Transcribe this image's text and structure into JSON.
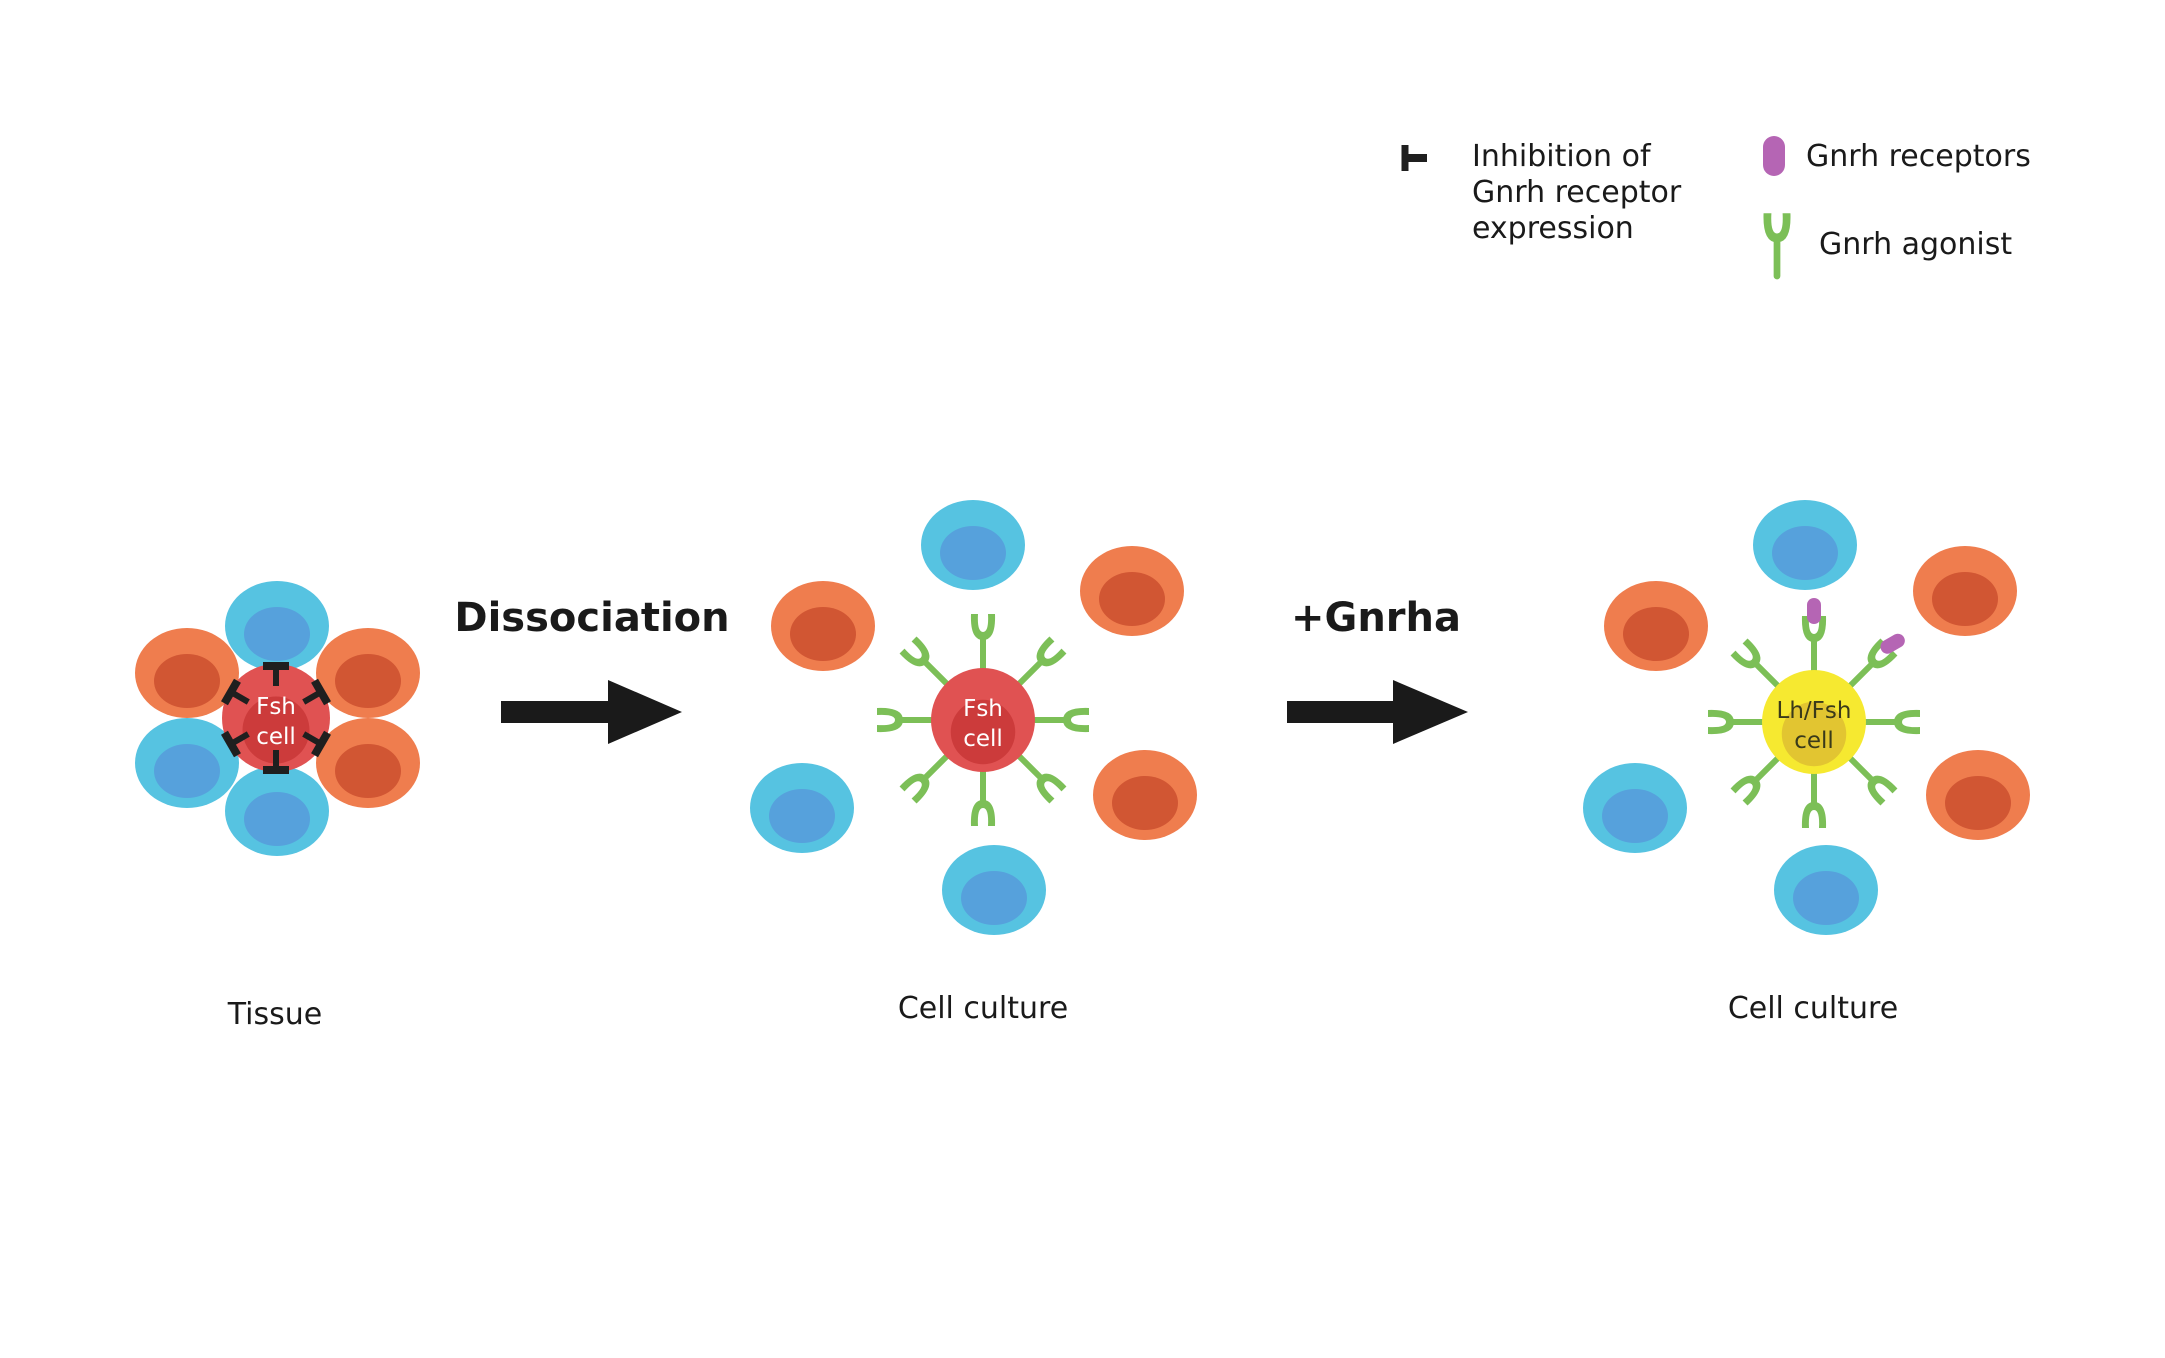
{
  "colors": {
    "blue_outer": "#56c3e1",
    "blue_inner": "#56a1dc",
    "orange_outer": "#ef7d4e",
    "orange_inner": "#d15633",
    "fsh_outer": "#e05252",
    "fsh_inner": "#cc3b3b",
    "lhfsh_outer": "#f6e930",
    "lhfsh_inner": "#e2c531",
    "agonist": "#7cbf57",
    "receptor": "#b565b4",
    "inhibitor": "#1f1f1f",
    "arrow": "#1a1a1a"
  },
  "legend": {
    "inhibition_icon": "inhibition-symbol-icon",
    "inhibition_line1": "Inhibition of",
    "inhibition_line2": "Gnrh receptor",
    "inhibition_line3": "expression",
    "receptor_icon": "gnrh-receptor-icon",
    "receptor_label": "Gnrh receptors",
    "agonist_icon": "gnrh-agonist-icon",
    "agonist_label": "Gnrh agonist"
  },
  "steps": {
    "dissociation_label": "Dissociation",
    "gnrha_label": "+Gnrha"
  },
  "panels": {
    "tissue": {
      "caption": "Tissue",
      "center_line1": "Fsh",
      "center_line2": "cell"
    },
    "culture1": {
      "caption": "Cell culture",
      "center_line1": "Fsh",
      "center_line2": "cell"
    },
    "culture2": {
      "caption": "Cell culture",
      "center_line1": "Lh/Fsh",
      "center_line2": "cell"
    }
  }
}
